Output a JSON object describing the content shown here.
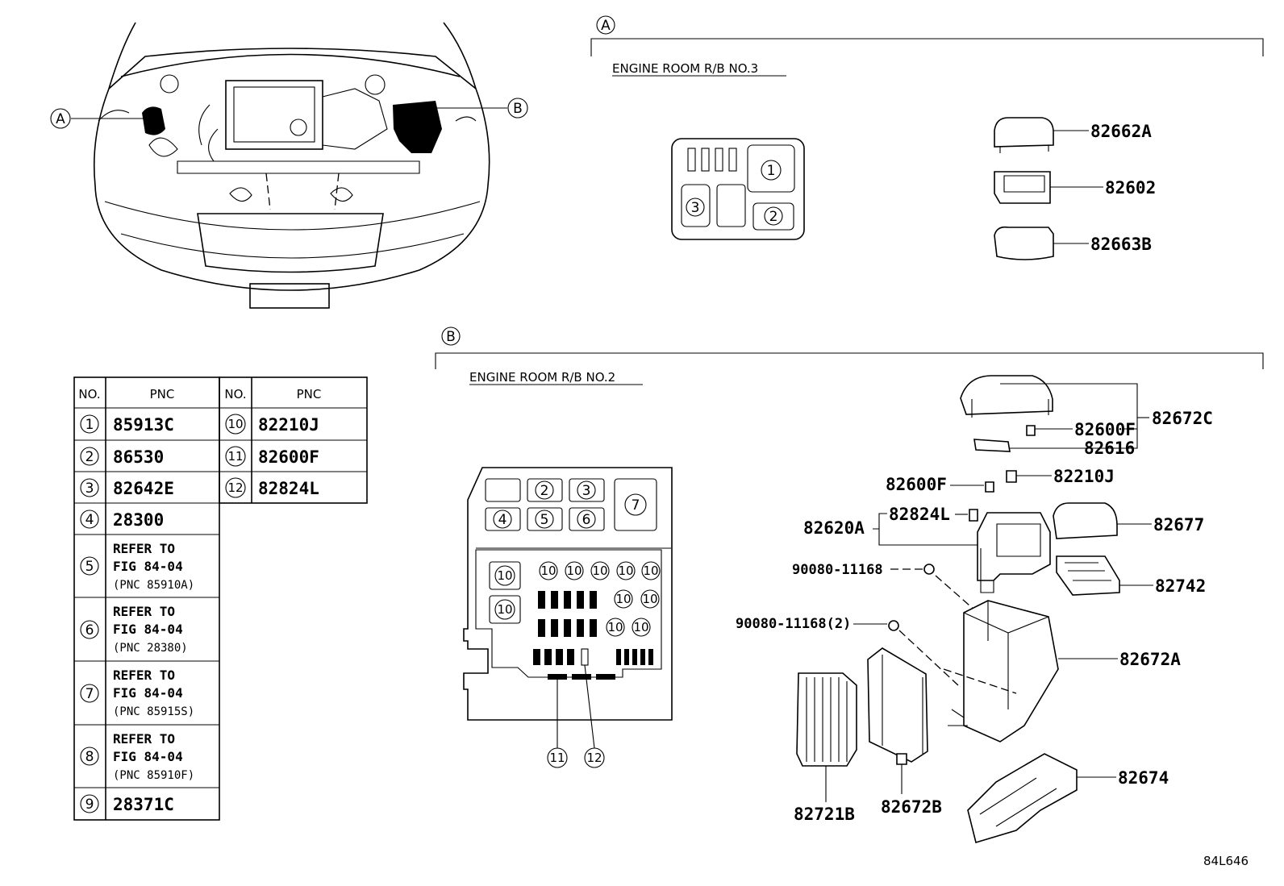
{
  "view_a": {
    "callout": "A",
    "title": "ENGINE ROOM R/B NO.3",
    "box_labels": [
      "1",
      "2",
      "3"
    ],
    "parts": [
      "82662A",
      "82602",
      "82663B"
    ]
  },
  "view_b": {
    "callout": "B",
    "title": "ENGINE ROOM R/B NO.2",
    "box_labels": [
      "2",
      "3",
      "4",
      "5",
      "6",
      "7",
      "10",
      "11",
      "12"
    ],
    "parts": {
      "p82672C": "82672C",
      "p82600F_top": "82600F",
      "p82616": "82616",
      "p82600F_mid": "82600F",
      "p82210J": "82210J",
      "p82824L": "82824L",
      "p82620A": "82620A",
      "p82677": "82677",
      "p90080a": "90080-11168",
      "p82742": "82742",
      "p90080b": "90080-11168(2)",
      "p82672A": "82672A",
      "p82674": "82674",
      "p82721B": "82721B",
      "p82672B": "82672B"
    }
  },
  "car_callouts": [
    "A",
    "B"
  ],
  "table": {
    "headers": [
      "NO.",
      "PNC",
      "NO.",
      "PNC"
    ],
    "left_rows": [
      {
        "no": "1",
        "pnc": "85913C"
      },
      {
        "no": "2",
        "pnc": "86530"
      },
      {
        "no": "3",
        "pnc": "82642E"
      },
      {
        "no": "4",
        "pnc": "28300"
      },
      {
        "no": "5",
        "ref1": "REFER TO",
        "ref2": "FIG 84-04",
        "ref3": "(PNC 85910A)"
      },
      {
        "no": "6",
        "ref1": "REFER TO",
        "ref2": "FIG 84-04",
        "ref3": "(PNC 28380)"
      },
      {
        "no": "7",
        "ref1": "REFER TO",
        "ref2": "FIG 84-04",
        "ref3": "(PNC 85915S)"
      },
      {
        "no": "8",
        "ref1": "REFER TO",
        "ref2": "FIG 84-04",
        "ref3": "(PNC 85910F)"
      },
      {
        "no": "9",
        "pnc": "28371C"
      }
    ],
    "right_rows": [
      {
        "no": "10",
        "pnc": "82210J"
      },
      {
        "no": "11",
        "pnc": "82600F"
      },
      {
        "no": "12",
        "pnc": "82824L"
      }
    ]
  },
  "figure_code": "84L646"
}
